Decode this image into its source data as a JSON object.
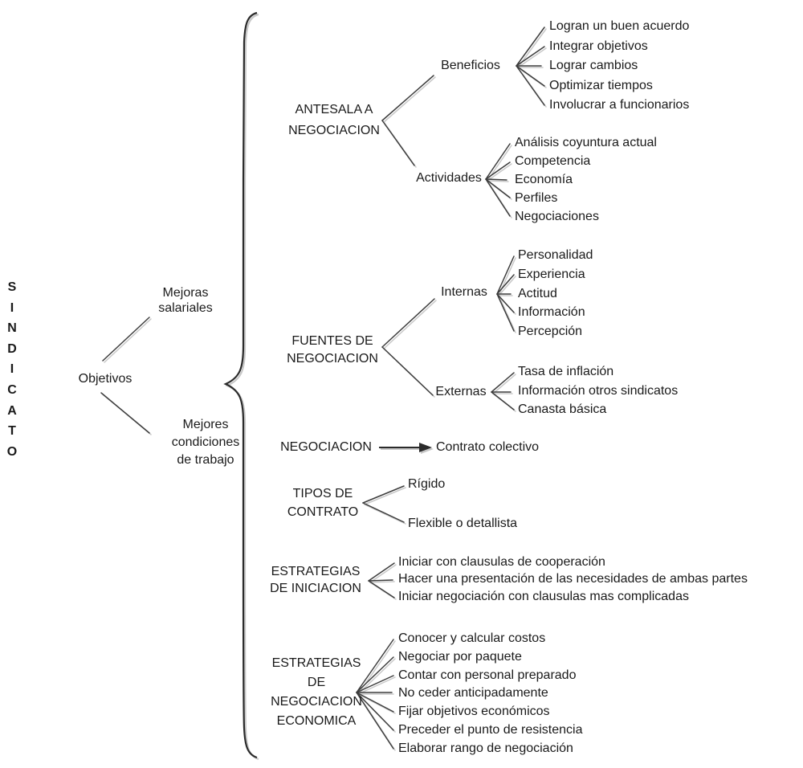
{
  "diagram": {
    "root": {
      "letters": [
        "S",
        "I",
        "N",
        "D",
        "I",
        "C",
        "A",
        "T",
        "O"
      ]
    },
    "objetivos": {
      "label": "Objetivos"
    },
    "mejoras": {
      "lines": [
        "Mejoras",
        "salariales"
      ]
    },
    "mejores": {
      "lines": [
        "Mejores",
        "condiciones",
        "de trabajo"
      ]
    },
    "antesala": {
      "title_lines": [
        "ANTESALA A",
        "NEGOCIACION"
      ],
      "beneficios": {
        "label": "Beneficios",
        "items": [
          "Logran un buen acuerdo",
          "Integrar objetivos",
          "Lograr cambios",
          "Optimizar tiempos",
          "Involucrar a funcionarios"
        ]
      },
      "actividades": {
        "label": "Actividades",
        "items": [
          "Análisis coyuntura actual",
          "Competencia",
          "Economía",
          "Perfiles",
          "Negociaciones"
        ]
      }
    },
    "fuentes": {
      "title_lines": [
        "FUENTES DE",
        "NEGOCIACION"
      ],
      "internas": {
        "label": "Internas",
        "items": [
          "Personalidad",
          "Experiencia",
          "Actitud",
          "Información",
          "Percepción"
        ]
      },
      "externas": {
        "label": "Externas",
        "items": [
          "Tasa de inflación",
          "Información otros sindicatos",
          "Canasta básica"
        ]
      }
    },
    "negociacion": {
      "title": "NEGOCIACION",
      "result": "Contrato colectivo"
    },
    "tipos": {
      "title_lines": [
        "TIPOS DE",
        "CONTRATO"
      ],
      "items": [
        "Rígido",
        "Flexible o detallista"
      ]
    },
    "estrategias_iniciacion": {
      "title_lines": [
        "ESTRATEGIAS",
        "DE INICIACION"
      ],
      "items": [
        "Iniciar con clausulas de cooperación",
        "Hacer una presentación de las necesidades de ambas partes",
        "Iniciar negociación con clausulas mas complicadas"
      ]
    },
    "estrategias_economica": {
      "title_lines": [
        "ESTRATEGIAS",
        "DE",
        "NEGOCIACION",
        "ECONOMICA"
      ],
      "items": [
        "Conocer y calcular costos",
        "Negociar por paquete",
        "Contar con personal preparado",
        "No ceder anticipadamente",
        "Fijar objetivos económicos",
        "Preceder el punto de resistencia",
        "Elaborar rango de negociación"
      ]
    },
    "colors": {
      "background": "#ffffff",
      "text": "#1a1a1a",
      "line": "#3d3d3d",
      "line_shadow": "#c8c8c8"
    }
  }
}
